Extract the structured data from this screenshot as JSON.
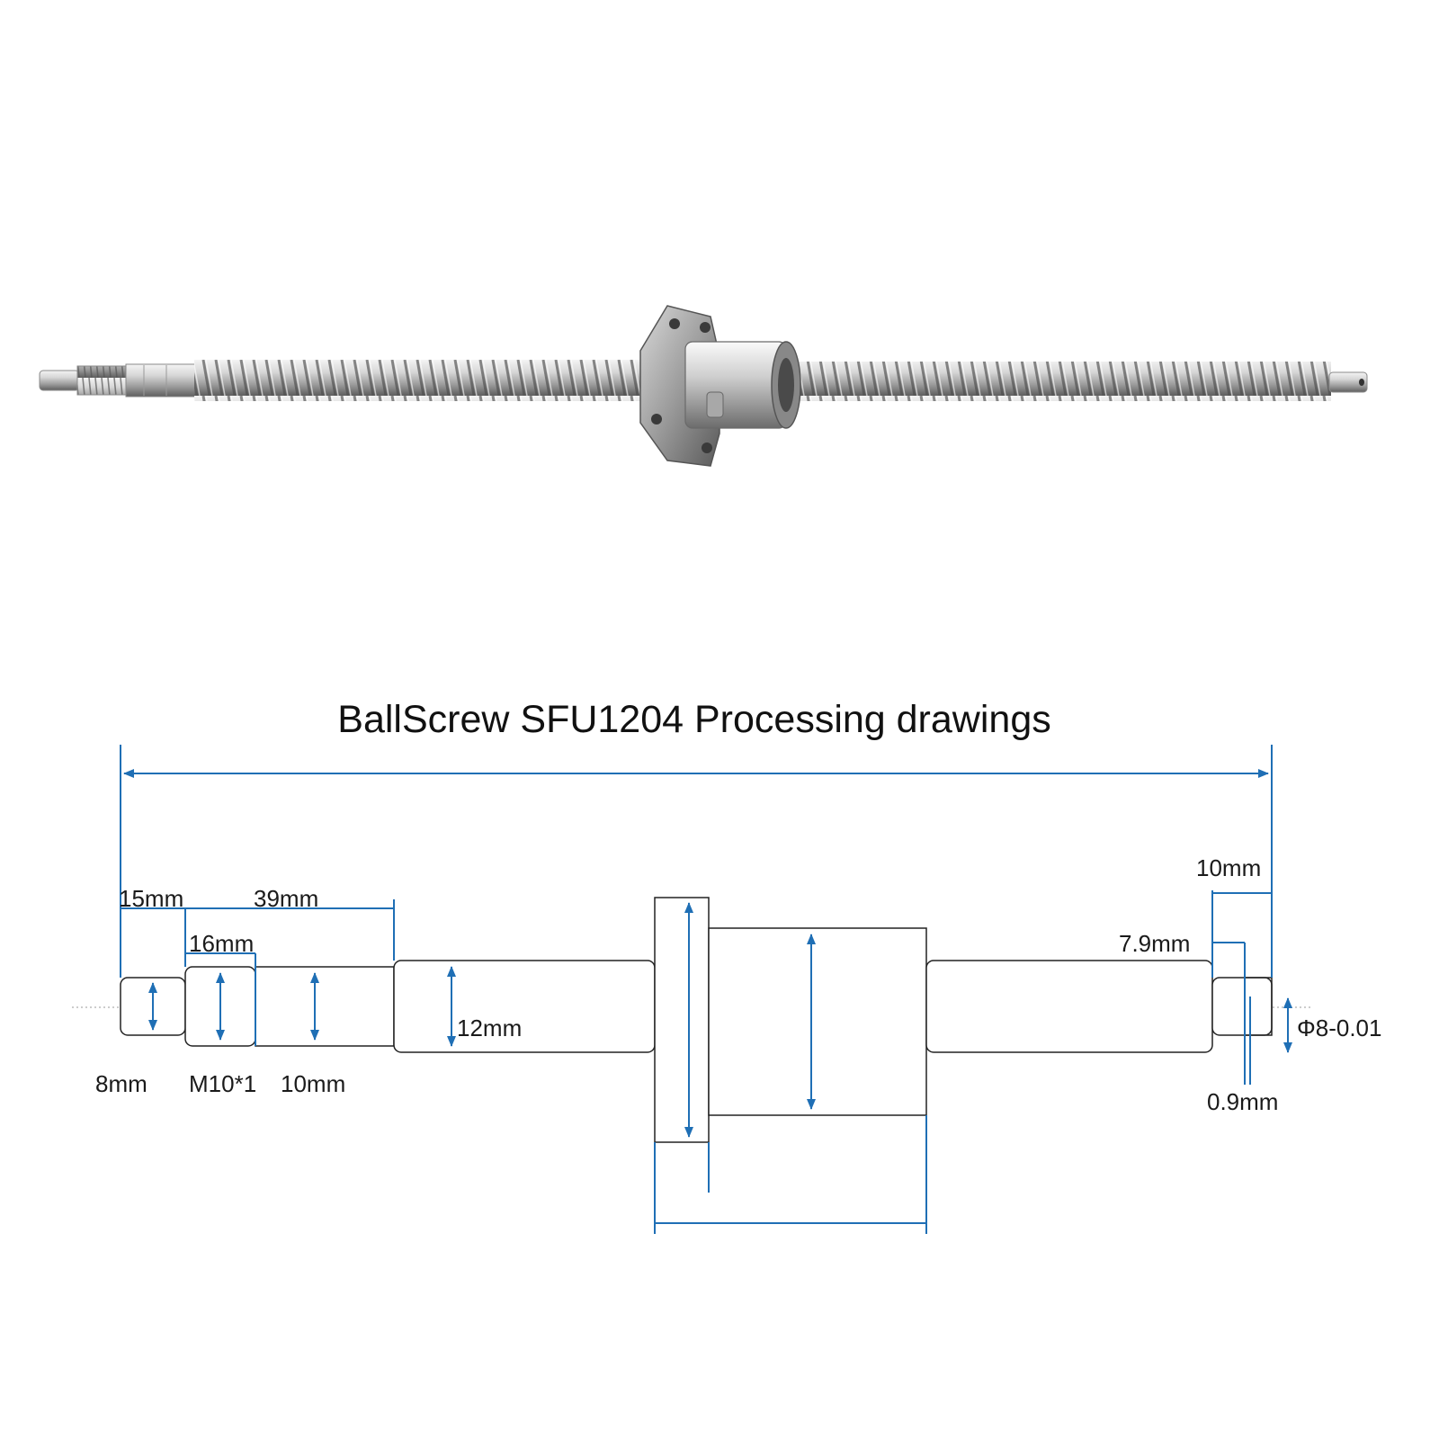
{
  "title": "BallScrew SFU1204 Processing drawings",
  "colors": {
    "dimension_line": "#1f6fb5",
    "outline": "#222222",
    "steel_light": "#e8e8e8",
    "steel_dark": "#7a7a7a"
  },
  "dimensions": {
    "end_left_length": "15mm",
    "end_left_diameter": "8mm",
    "thread_length": "16mm",
    "thread_spec": "M10*1",
    "journal_length": "39mm",
    "journal_diameter": "10mm",
    "screw_diameter": "12mm",
    "end_right_length": "10mm",
    "groove_position": "7.9mm",
    "groove_width": "0.9mm",
    "end_right_diameter": "Φ8-0.01"
  }
}
